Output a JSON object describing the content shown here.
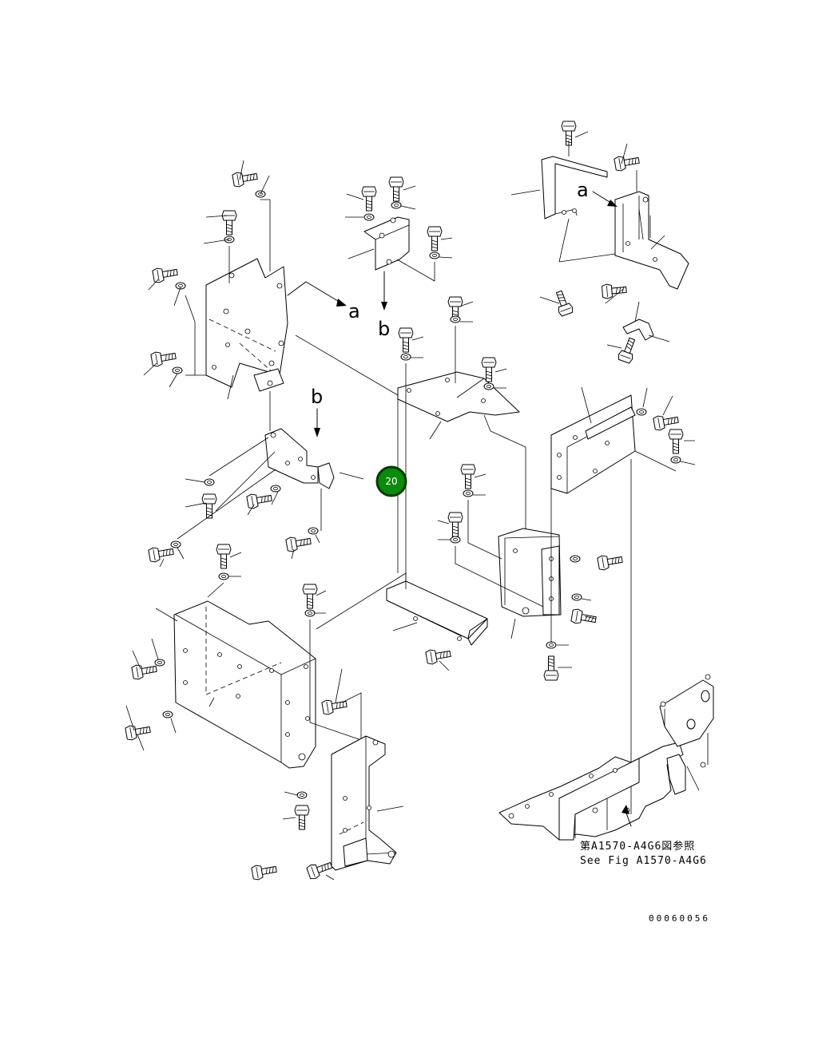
{
  "labels": {
    "a": "a",
    "b": "b"
  },
  "callout": {
    "number": "20",
    "color": "#0b8a0b"
  },
  "reference": {
    "jp": "第A1570-A4G6図参照",
    "en": "See Fig A1570-A4G6"
  },
  "drawing_number": "00060056"
}
